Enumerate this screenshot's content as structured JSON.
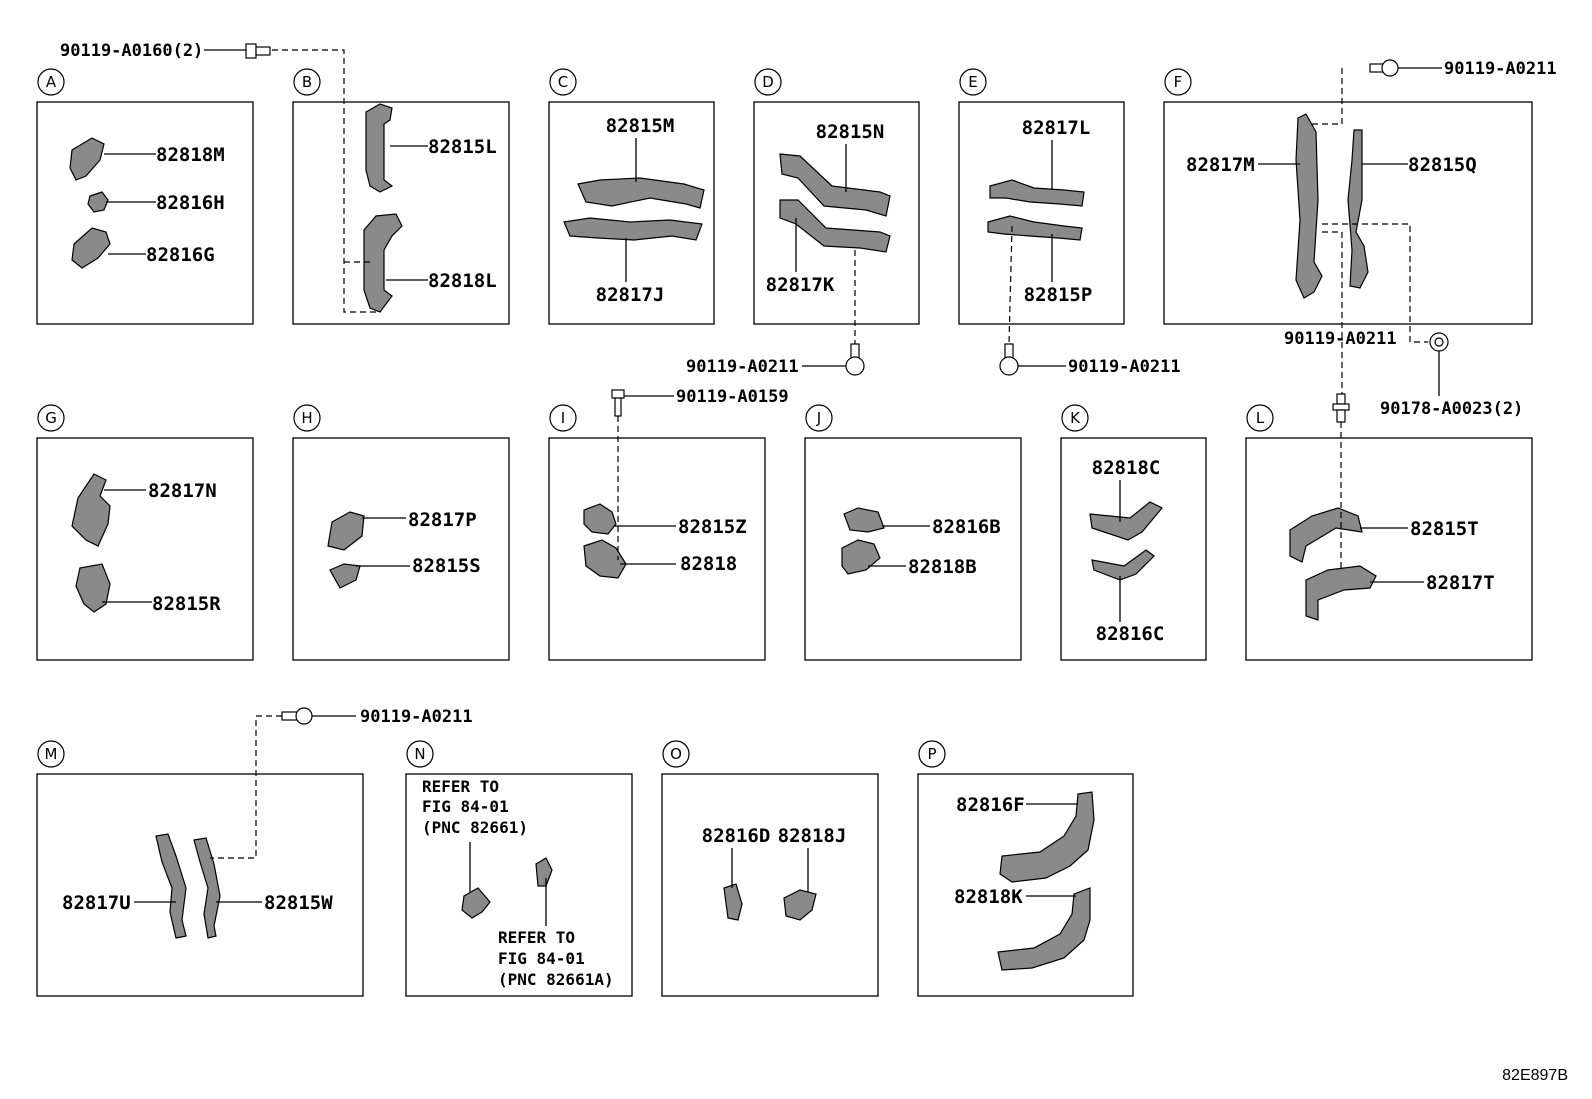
{
  "diagram_id": "82E897B",
  "sections": [
    {
      "letter": "A",
      "parts": [
        "82818M",
        "82816H",
        "82816G"
      ]
    },
    {
      "letter": "B",
      "parts": [
        "82815L",
        "82818L"
      ]
    },
    {
      "letter": "C",
      "parts": [
        "82815M",
        "82817J"
      ]
    },
    {
      "letter": "D",
      "parts": [
        "82815N",
        "82817K"
      ]
    },
    {
      "letter": "E",
      "parts": [
        "82817L",
        "82815P"
      ]
    },
    {
      "letter": "F",
      "parts": [
        "82817M",
        "82815Q"
      ]
    },
    {
      "letter": "G",
      "parts": [
        "82817N",
        "82815R"
      ]
    },
    {
      "letter": "H",
      "parts": [
        "82817P",
        "82815S"
      ]
    },
    {
      "letter": "I",
      "parts": [
        "82815Z",
        "82818"
      ]
    },
    {
      "letter": "J",
      "parts": [
        "82816B",
        "82818B"
      ]
    },
    {
      "letter": "K",
      "parts": [
        "82818C",
        "82816C"
      ]
    },
    {
      "letter": "L",
      "parts": [
        "82815T",
        "82817T"
      ]
    },
    {
      "letter": "M",
      "parts": [
        "82817U",
        "82815W"
      ]
    },
    {
      "letter": "N",
      "parts": []
    },
    {
      "letter": "O",
      "parts": [
        "82816D",
        "82818J"
      ]
    },
    {
      "letter": "P",
      "parts": [
        "82816F",
        "82818K"
      ]
    }
  ],
  "bolts": [
    "90119-A0160(2)",
    "90119-A0211",
    "90119-A0211",
    "90119-A0211",
    "90119-A0211",
    "90178-A0023(2)",
    "90119-A0159",
    "90119-A0211"
  ],
  "refs": [
    {
      "lines": [
        "REFER TO",
        "FIG 84-01",
        "(PNC 82661)"
      ]
    },
    {
      "lines": [
        "REFER TO",
        "FIG 84-01",
        "(PNC 82661A)"
      ]
    }
  ]
}
